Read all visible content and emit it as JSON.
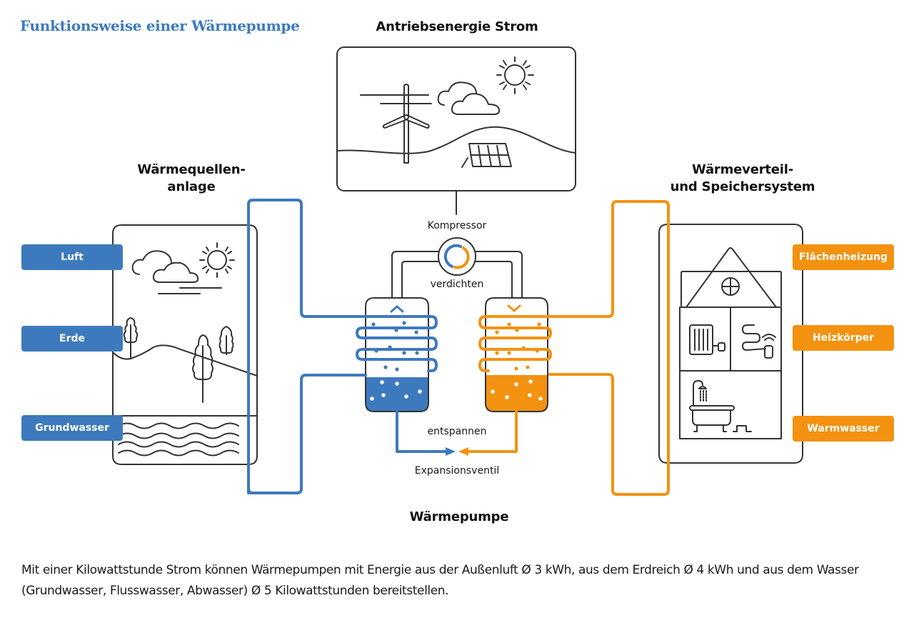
{
  "title": "Funktionsweise einer Wärmepumpe",
  "headings": {
    "strom": "Antriebsenergie Strom",
    "quellen_line1": "Wärmequellen-",
    "quellen_line2": "anlage",
    "verteil_line1": "Wärmeverteil-",
    "verteil_line2": "und Speichersystem",
    "pumpe": "Wärmepumpe"
  },
  "process_labels": {
    "kompressor": "Kompressor",
    "verdichten": "verdichten",
    "entspannen": "entspannen",
    "ventil": "Expansionsventil"
  },
  "sources": [
    {
      "label": "Luft"
    },
    {
      "label": "Erde"
    },
    {
      "label": "Grundwasser"
    }
  ],
  "sinks": [
    {
      "label": "Flächenheizung"
    },
    {
      "label": "Heizkörper"
    },
    {
      "label": "Warmwasser"
    }
  ],
  "colors": {
    "cold": "#3d7abd",
    "warm": "#f39211",
    "line": "#333333"
  },
  "footer": "Mit einer Kilowattstunde Strom können Wärmepumpen mit Energie aus der Außenluft Ø 3 kWh, aus dem Erdreich Ø 4 kWh und aus dem Wasser (Grundwasser, Flusswasser, Abwasser) Ø 5 Kilowattstunden bereitstellen."
}
